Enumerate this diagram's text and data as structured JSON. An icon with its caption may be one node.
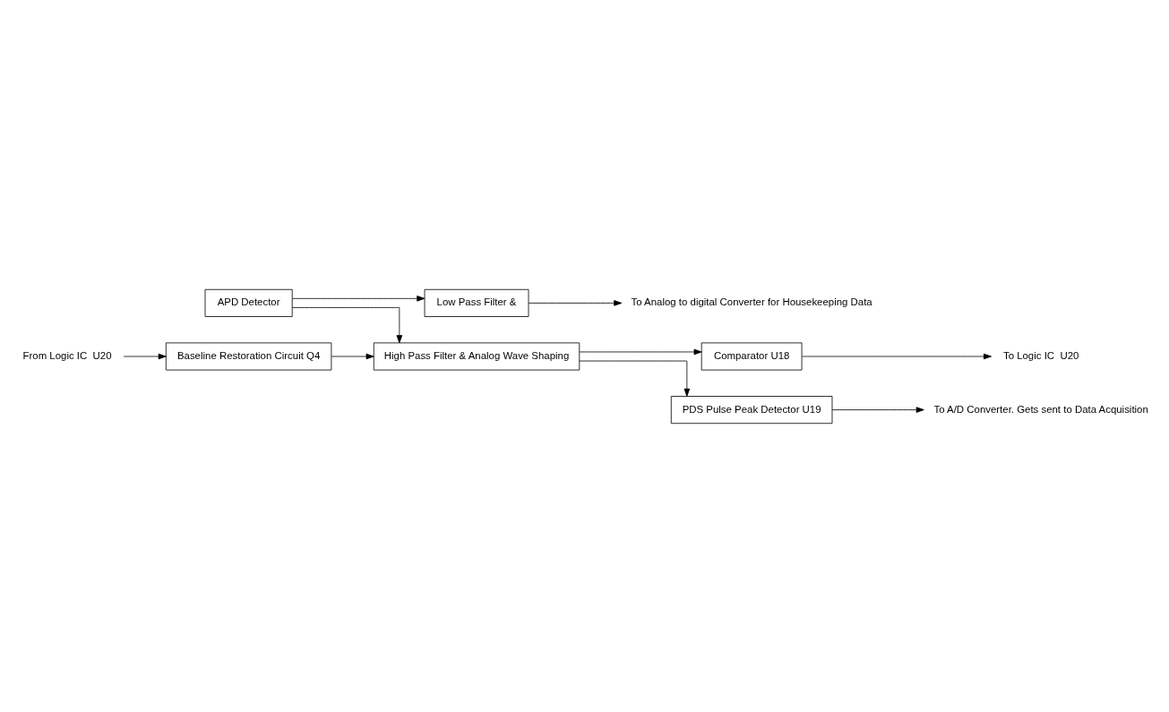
{
  "diagram": {
    "nodes": [
      {
        "text": [
          "APD Detector"
        ]
      },
      {
        "text": [
          "Low Pass Filter &"
        ]
      },
      {
        "text": [
          "High Pass Filter & Analog Wave Shaping"
        ]
      },
      {
        "text": [
          "Comparator U18"
        ]
      },
      {
        "text": [
          "Baseline Restoration Circuit Q4"
        ]
      },
      {
        "text": [
          "PDS Pulse Peak Detector U19"
        ]
      },
      {
        "text": [
          "From Logic IC  U20"
        ]
      },
      {
        "text": [
          "To Analog to digital Converter for Housekeeping Data"
        ]
      },
      {
        "text": [
          "To Logic IC  U20"
        ]
      },
      {
        "text": [
          "To A/D Converter. Gets sent to Data Acquisition"
        ]
      }
    ],
    "edges": [
      {
        "from": 0,
        "to": 1,
        "arrow": "to"
      },
      {
        "from": 0,
        "to": 2,
        "arrow": "to"
      },
      {
        "from": 1,
        "to": 7,
        "arrow": "to"
      },
      {
        "from": 2,
        "to": 3,
        "arrow": "to"
      },
      {
        "from": 3,
        "to": 8,
        "arrow": "to"
      },
      {
        "from": 2,
        "to": 5,
        "arrow": "to"
      },
      {
        "from": 4,
        "to": 2,
        "arrow": "to"
      },
      {
        "from": 6,
        "to": 4,
        "arrow": "to"
      },
      {
        "from": 5,
        "to": 9,
        "arrow": "to"
      }
    ]
  }
}
